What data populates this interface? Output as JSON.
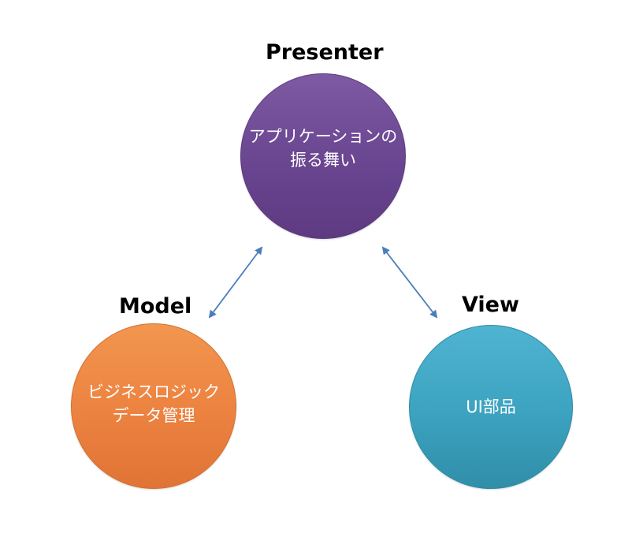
{
  "diagram": {
    "presenter": {
      "heading": "Presenter",
      "lines": [
        "アプリケーションの",
        "振る舞い"
      ],
      "color": "#6a4590"
    },
    "model": {
      "heading": "Model",
      "lines": [
        "ビジネスロジック",
        "データ管理"
      ],
      "color": "#ec8240"
    },
    "view": {
      "heading": "View",
      "lines": [
        "UI部品"
      ],
      "color": "#3ba2bf"
    },
    "connectors": [
      {
        "from": "model",
        "to": "presenter",
        "type": "bidirectional-arrow"
      },
      {
        "from": "presenter",
        "to": "view",
        "type": "bidirectional-arrow"
      }
    ],
    "arrow_color": "#4a7ebb"
  }
}
